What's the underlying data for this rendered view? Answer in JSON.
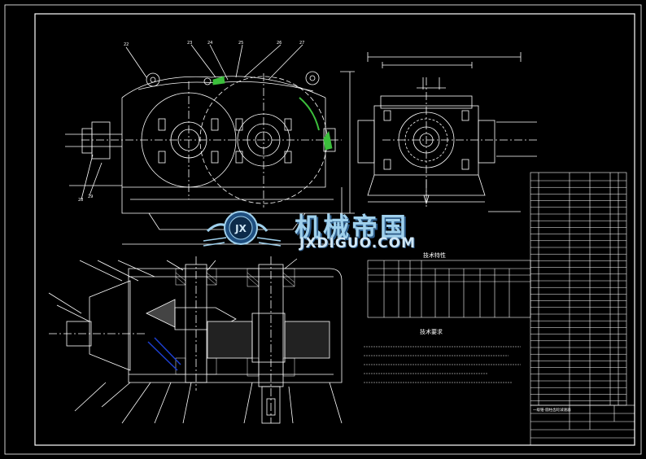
{
  "watermark": {
    "chinese": "机械帝国",
    "english": "JXDIGUO.COM",
    "logo_letters": "JX"
  },
  "colors": {
    "background": "#000000",
    "line": "#ffffff",
    "accent_green": "#3cbf3c",
    "accent_blue": "#1d3fd0",
    "watermark": "#9fd0ec"
  },
  "tech_params_title": "技术特性",
  "tech_requirements_title": "技术要求",
  "drawing_title": "一级锥-圆柱齿轮减速器"
}
